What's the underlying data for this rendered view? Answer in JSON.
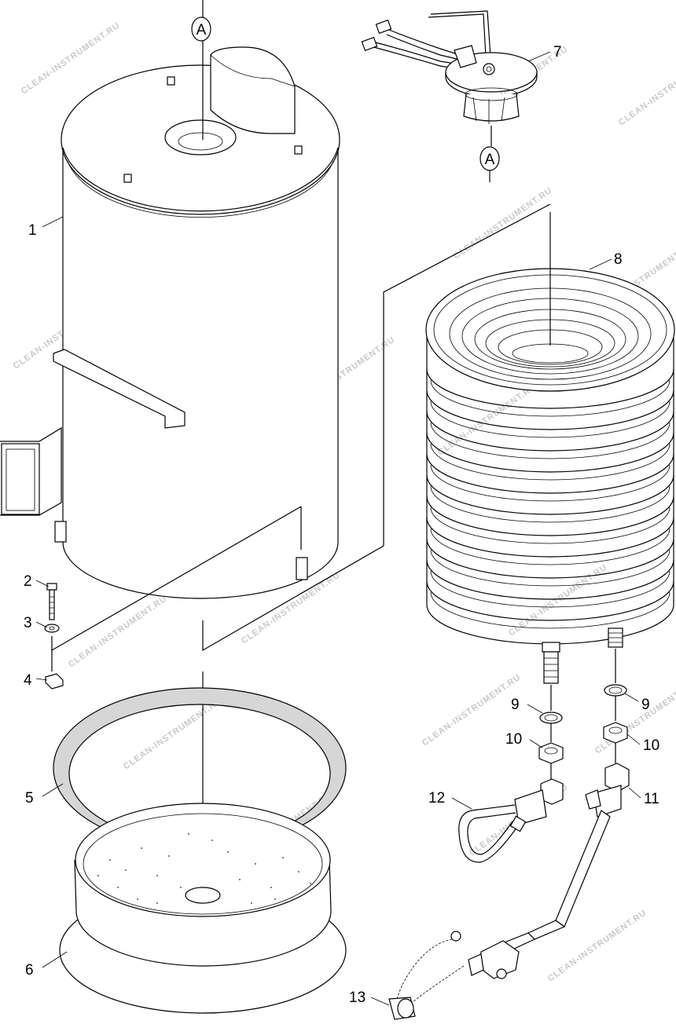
{
  "section_marks": {
    "top": "A",
    "bottom": "A"
  },
  "callouts": [
    {
      "label": "1"
    },
    {
      "label": "2"
    },
    {
      "label": "3"
    },
    {
      "label": "4"
    },
    {
      "label": "5"
    },
    {
      "label": "6"
    },
    {
      "label": "7"
    },
    {
      "label": "8"
    },
    {
      "label": "9"
    },
    {
      "label": "9"
    },
    {
      "label": "10"
    },
    {
      "label": "10"
    },
    {
      "label": "11"
    },
    {
      "label": "12"
    },
    {
      "label": "13"
    }
  ],
  "watermark": "CLEAN-INSTRUMENT.RU",
  "colors": {
    "line": "#000000",
    "watermark": "#c9c9c9",
    "rubber": "#d6d6d6"
  }
}
